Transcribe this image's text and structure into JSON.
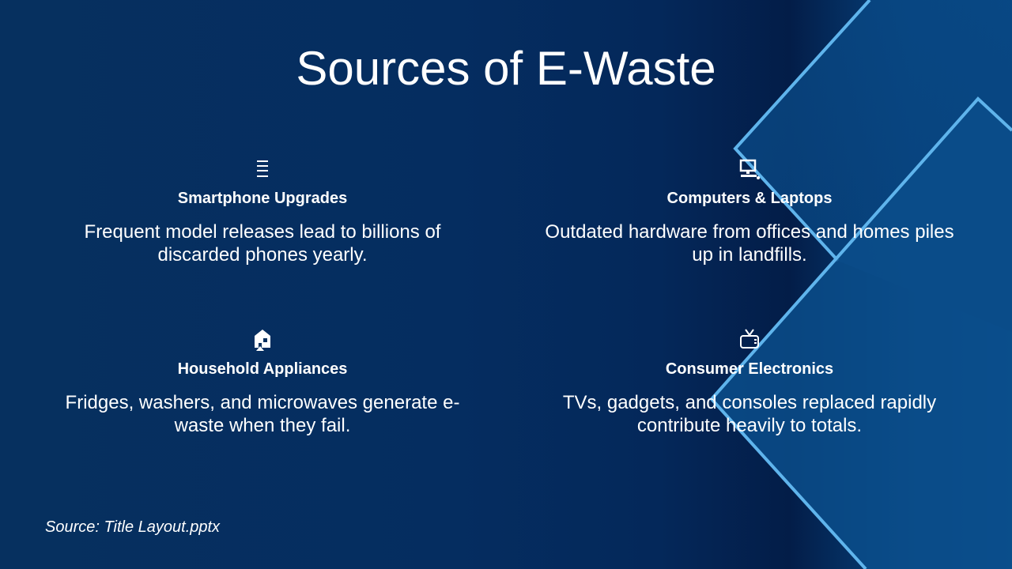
{
  "slide": {
    "title": "Sources of E-Waste",
    "items": [
      {
        "icon": "smartphone-icon",
        "heading": "Smartphone Upgrades",
        "body": "Frequent model releases lead to billions of discarded phones yearly."
      },
      {
        "icon": "computer-icon",
        "heading": "Computers & Laptops",
        "body": "Outdated hardware from offices and homes piles up in landfills."
      },
      {
        "icon": "house-icon",
        "heading": "Household Appliances",
        "body": "Fridges, washers, and microwaves generate e-waste when they fail."
      },
      {
        "icon": "tv-icon",
        "heading": "Consumer Electronics",
        "body": "TVs, gadgets, and consoles replaced rapidly contribute heavily to totals."
      }
    ],
    "source": "Source: Title Layout.pptx"
  },
  "colors": {
    "background": "#052d60",
    "accent_line": "#5fb4ec",
    "text": "#ffffff"
  }
}
